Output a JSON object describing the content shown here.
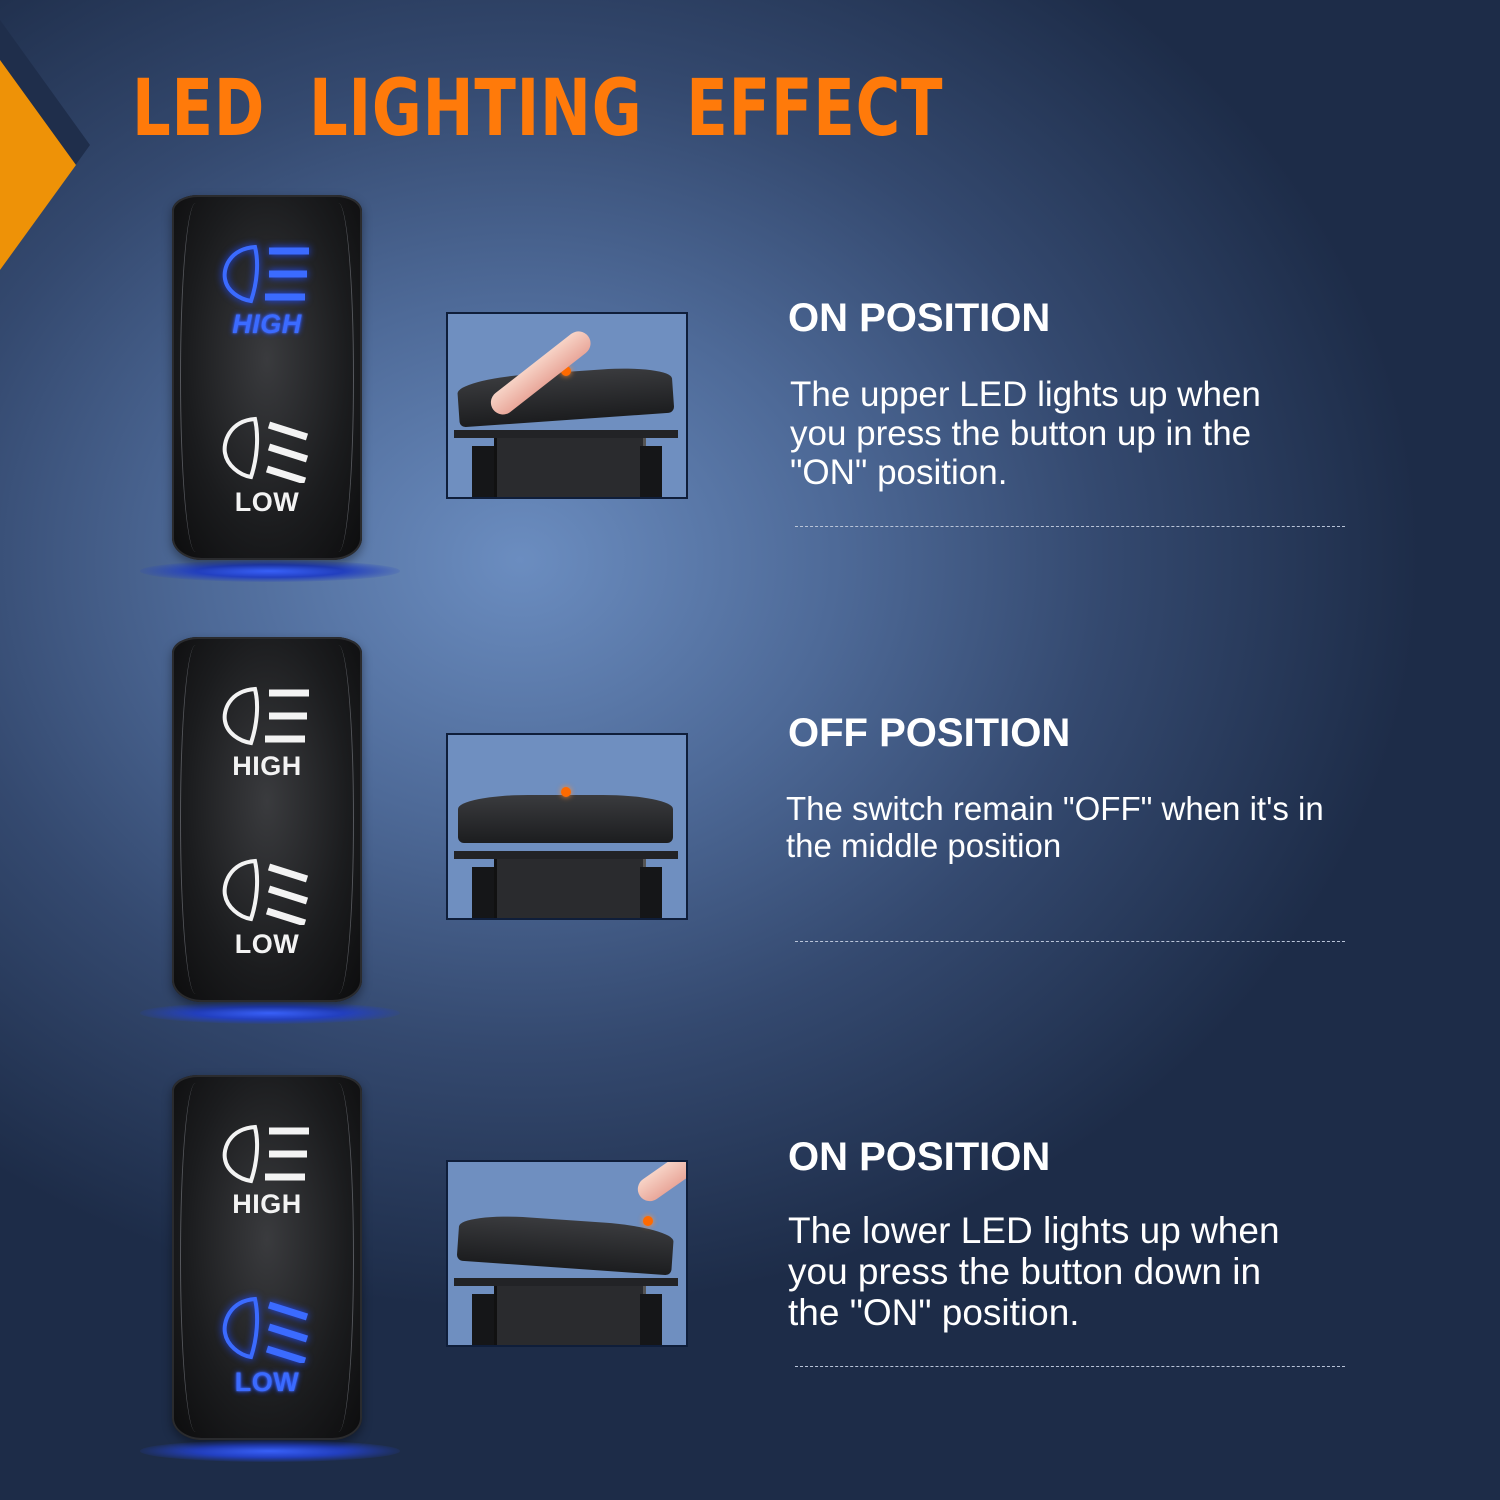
{
  "title": "LED LIGHTING EFFECT",
  "colors": {
    "title_orange": "#ff7a0a",
    "corner_arrow": "#ee9207",
    "led_blue": "#3b6bff",
    "press_dot": "#ff6a00",
    "background_center": "#6b8dc0",
    "background_edge": "#1d2c48"
  },
  "sections": [
    {
      "heading": "ON POSITION",
      "description": "The upper LED lights up when\n you press the button up in the\n\"ON\" position.",
      "switch": {
        "high_label": "HIGH",
        "low_label": "LOW",
        "lit": "high",
        "high_icon": "high-beam-icon",
        "low_icon": "low-beam-icon"
      },
      "illustration": "rocker-pressed-up"
    },
    {
      "heading": "OFF POSITION",
      "description": "The switch remain \"OFF\" when it's in\nthe middle position",
      "switch": {
        "high_label": "HIGH",
        "low_label": "LOW",
        "lit": "none",
        "high_icon": "high-beam-icon",
        "low_icon": "low-beam-icon"
      },
      "illustration": "rocker-middle"
    },
    {
      "heading": "ON POSITION",
      "description": "The lower LED lights up when\nyou press the button down  in\nthe \"ON\" position.",
      "switch": {
        "high_label": "HIGH",
        "low_label": "LOW",
        "lit": "low",
        "high_icon": "high-beam-icon",
        "low_icon": "low-beam-icon"
      },
      "illustration": "rocker-pressed-down"
    }
  ]
}
